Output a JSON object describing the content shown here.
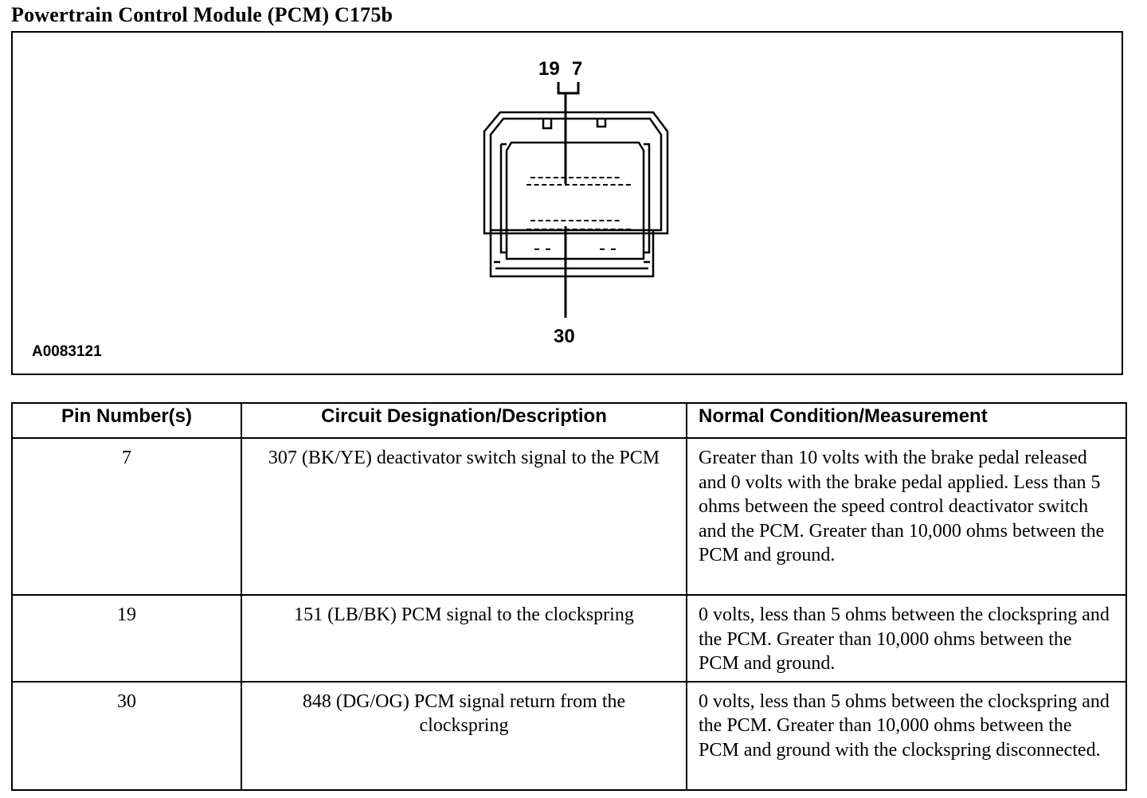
{
  "document": {
    "title": "Powertrain Control Module (PCM) C175b"
  },
  "figure": {
    "id": "A0083121",
    "callouts": {
      "pin_19": "19",
      "pin_7": "7",
      "pin_30": "30"
    }
  },
  "table": {
    "headers": {
      "pin": "Pin Number(s)",
      "circuit": "Circuit Designation/Description",
      "measurement": "Normal Condition/Measurement"
    },
    "rows": [
      {
        "pin": "7",
        "circuit": "307 (BK/YE) deactivator switch signal to the PCM",
        "measurement": "Greater than 10 volts with the brake pedal released and 0 volts with the brake pedal applied. Less than 5 ohms between the speed control deactivator switch and the PCM. Greater than 10,000 ohms between the PCM and ground."
      },
      {
        "pin": "19",
        "circuit": "151 (LB/BK) PCM signal to the clockspring",
        "measurement": "0 volts, less than 5 ohms between the clockspring and the PCM. Greater than 10,000 ohms between the PCM and ground."
      },
      {
        "pin": "30",
        "circuit": "848 (DG/OG) PCM signal return from the clockspring",
        "measurement": "0 volts, less than 5 ohms between the clockspring and the PCM. Greater than 10,000 ohms between the PCM and ground with the clockspring disconnected."
      }
    ]
  }
}
